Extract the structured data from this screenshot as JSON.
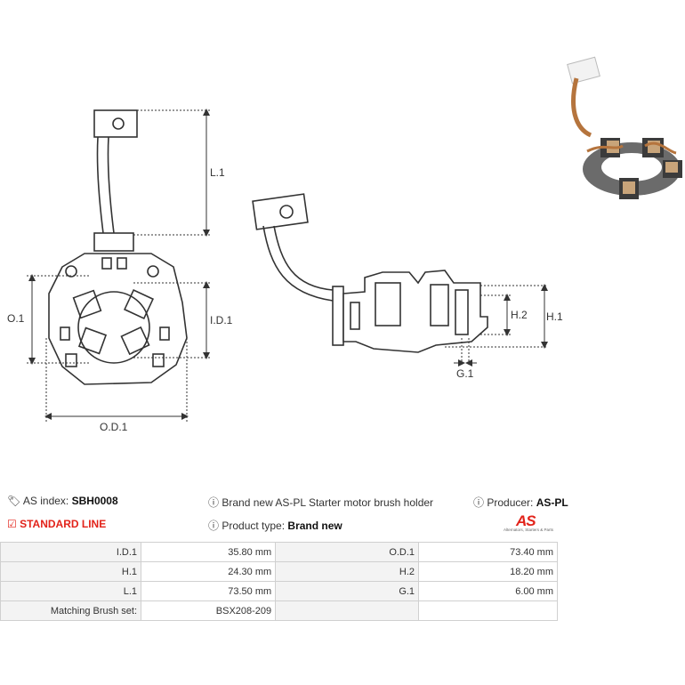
{
  "dimensions": {
    "l1": "L.1",
    "o1": "O.1",
    "id1": "I.D.1",
    "od1": "O.D.1",
    "h1": "H.1",
    "h2": "H.2",
    "g1": "G.1"
  },
  "info": {
    "as_index_label": "AS index:",
    "as_index_value": "SBH0008",
    "standard_line": "STANDARD LINE",
    "description": "Brand new AS-PL Starter motor brush holder",
    "product_type_label": "Product type:",
    "product_type_value": "Brand new",
    "producer_label": "Producer:",
    "producer_value": "AS-PL"
  },
  "logo": {
    "mark": "AS",
    "tagline": "Alternators, Starters & Parts"
  },
  "specs": [
    {
      "label": "I.D.1",
      "value": "35.80 mm",
      "label2": "O.D.1",
      "value2": "73.40 mm"
    },
    {
      "label": "H.1",
      "value": "24.30 mm",
      "label2": "H.2",
      "value2": "18.20 mm"
    },
    {
      "label": "L.1",
      "value": "73.50 mm",
      "label2": "G.1",
      "value2": "6.00 mm"
    },
    {
      "label": "Matching Brush set:",
      "value": "BSX208-209",
      "label2": "",
      "value2": ""
    }
  ],
  "colors": {
    "accent": "#e2231a",
    "line": "#333333"
  }
}
